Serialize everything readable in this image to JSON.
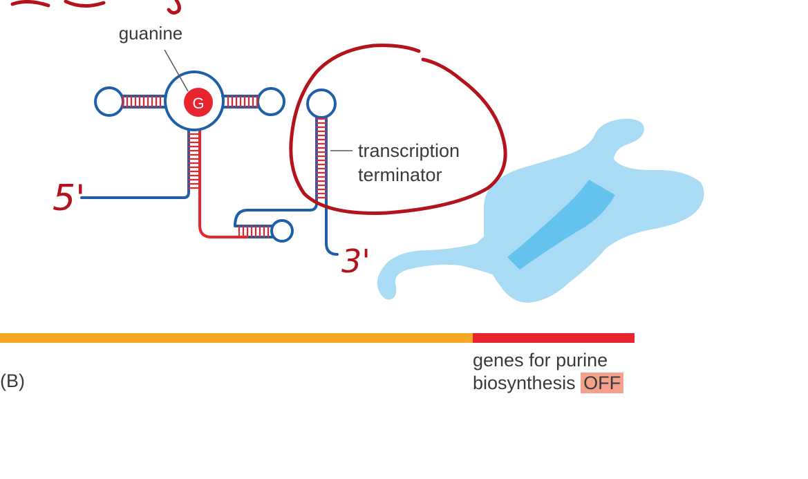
{
  "labels": {
    "guanine": "guanine",
    "guanine_badge": "G",
    "terminator_line1": "transcription",
    "terminator_line2": "terminator",
    "genes_line1": "genes for purine",
    "genes_line2": "biosynthesis",
    "status": "OFF",
    "panel": "(B)"
  },
  "annotations": {
    "five_prime": "5'",
    "three_prime": "3'"
  },
  "colors": {
    "rna_strand": "#1f5fa8",
    "paired_region": "#e8252e",
    "ligand": "#e8252e",
    "polymerase": "#a9dcf4",
    "polymerase_channel": "#63c2ee",
    "dna_upstream": "#f5a623",
    "dna_gene": "#e8252e",
    "handwriting": "#b3131b",
    "off_badge": "#f4a08a"
  }
}
